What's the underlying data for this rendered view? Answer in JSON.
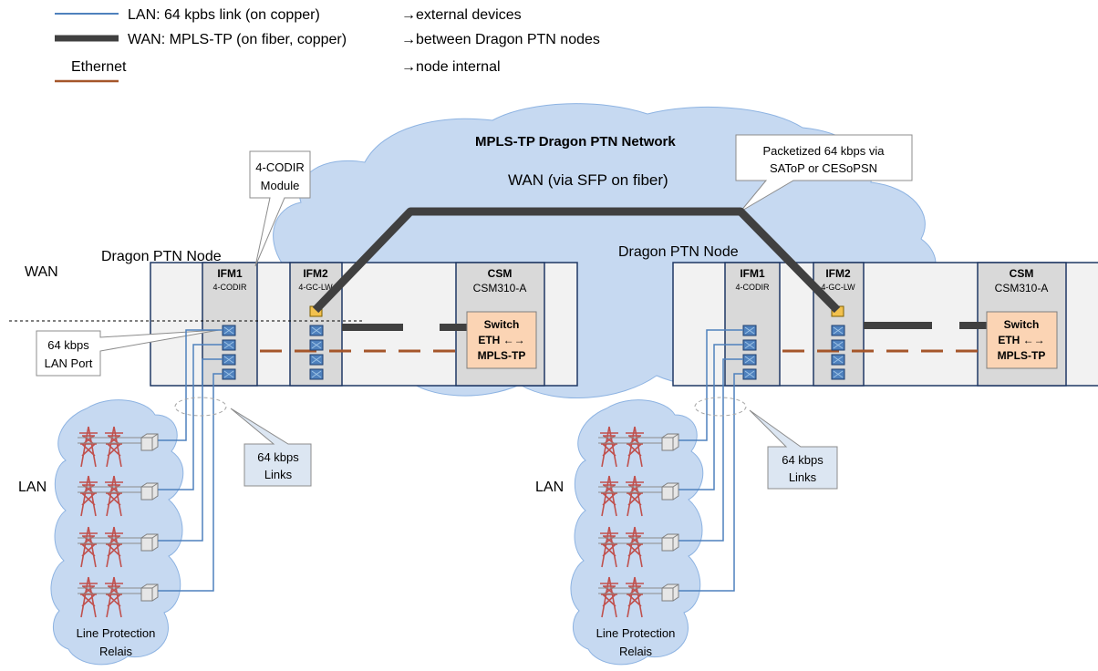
{
  "legend": {
    "lan": {
      "label": "LAN: 64 kpbs  link (on copper)",
      "desc": "→external devices"
    },
    "wan": {
      "label": "WAN: MPLS-TP (on fiber, copper)",
      "desc": "→between Dragon PTN nodes"
    },
    "eth": {
      "label": "Ethernet",
      "desc": "→node internal"
    }
  },
  "cloud": {
    "title": "MPLS-TP Dragon PTN Network",
    "subtitle": "WAN (via SFP on fiber)",
    "callout_line1": "Packetized 64 kbps via",
    "callout_line2": "SAToP or CESoPSN"
  },
  "labels": {
    "wan": "WAN",
    "lan_left": "LAN",
    "lan_right": "LAN"
  },
  "callouts": {
    "module_line1": "4-CODIR",
    "module_line2": "Module",
    "lan_port_line1": "64 kbps",
    "lan_port_line2": "LAN Port",
    "links_left_line1": "64 kbps",
    "links_left_line2": "Links",
    "links_right_line1": "64 kbps",
    "links_right_line2": "Links"
  },
  "nodes": [
    {
      "title": "Dragon PTN Node",
      "ifm1": {
        "name": "IFM1",
        "type": "4-CODIR"
      },
      "ifm2": {
        "name": "IFM2",
        "type": "4-GC-LW"
      },
      "csm": {
        "name": "CSM",
        "type": "CSM310-A"
      },
      "switch": {
        "line1": "Switch",
        "line2": "ETH ←→",
        "line3": "MPLS-TP"
      }
    },
    {
      "title": "Dragon PTN Node",
      "ifm1": {
        "name": "IFM1",
        "type": "4-CODIR"
      },
      "ifm2": {
        "name": "IFM2",
        "type": "4-GC-LW"
      },
      "csm": {
        "name": "CSM",
        "type": "CSM310-A"
      },
      "switch": {
        "line1": "Switch",
        "line2": "ETH ←→",
        "line3": "MPLS-TP"
      }
    }
  ],
  "relais": [
    {
      "line1": "Line Protection",
      "line2": "Relais"
    },
    {
      "line1": "Line Protection",
      "line2": "Relais"
    }
  ],
  "colors": {
    "lan": "#4f81bd",
    "wan": "#404040",
    "ethernet": "#a5562a",
    "cloud_fill": "#c6d9f1",
    "module_fill": "#d9d9d9",
    "switch_fill": "#fbd4b4",
    "port_fill": "#4f81bd",
    "sfp_fill": "#f2c14e",
    "callout_fill": "#dce6f2",
    "tower": "#c0504d"
  }
}
